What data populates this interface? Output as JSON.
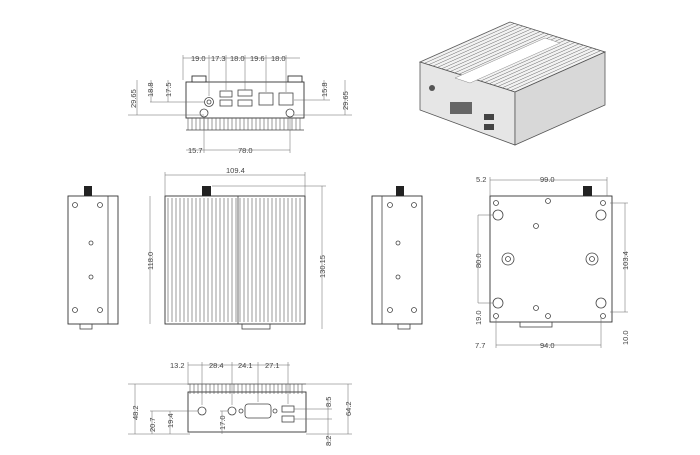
{
  "drawing": {
    "front_view": {
      "top_dims": [
        "19.0",
        "17.3",
        "18.0",
        "19.6",
        "18.0"
      ],
      "left_dims": [
        "29.65",
        "18.8",
        "17.5"
      ],
      "right_dims": [
        "15.8",
        "29.65"
      ],
      "bottom_dims": [
        "15.7",
        "78.0"
      ]
    },
    "top_view": {
      "width": "109.4",
      "left_height": "118.0",
      "right_height": "130.15"
    },
    "bottom_view": {
      "top_left": "5.2",
      "width": "99.0",
      "left_mount": "80.0",
      "left_offset": "19.0",
      "right_height": "103.4",
      "bottom_left": "7.7",
      "bottom_width": "94.0",
      "bottom_right": "10.0"
    },
    "rear_view": {
      "top_dims": [
        "13.2",
        "28.4",
        "24.1",
        "27.1"
      ],
      "left_dims": [
        "48.2",
        "20.7",
        "19.4",
        "17.0"
      ],
      "right_dims": [
        "8.5",
        "64.2",
        "8.2"
      ]
    }
  }
}
